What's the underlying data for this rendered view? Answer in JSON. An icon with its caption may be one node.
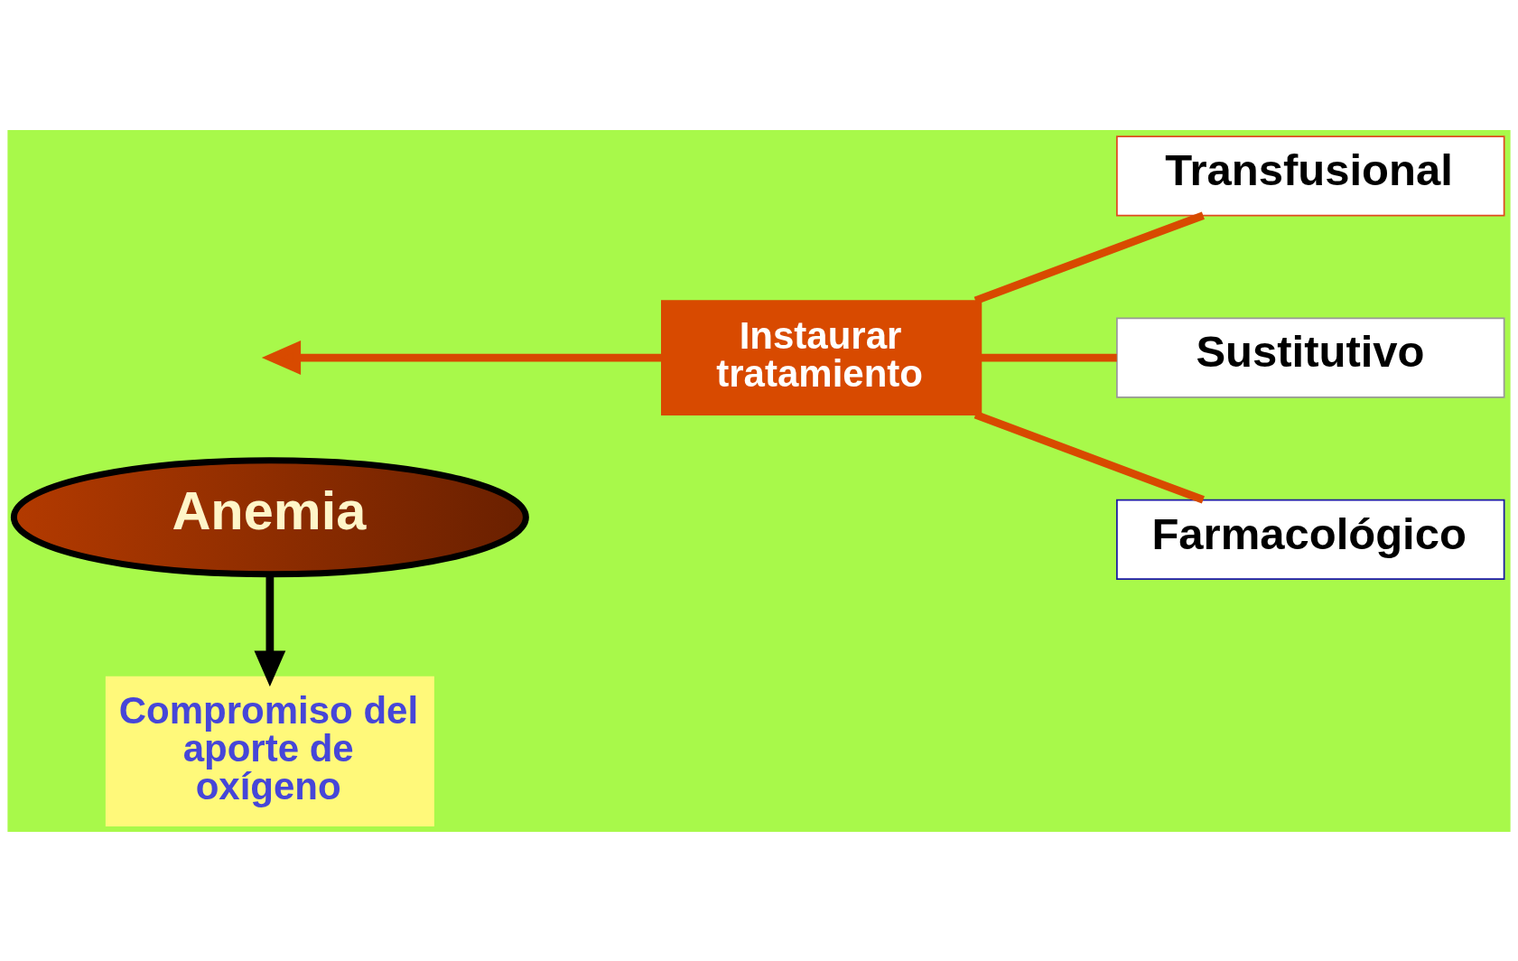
{
  "diagram": {
    "nodes": [
      {
        "text": [
          "Anemia"
        ]
      },
      {
        "text": [
          "Instaurar tratamiento"
        ]
      },
      {
        "text": [
          "Compromiso del aporte de oxígeno"
        ]
      },
      {
        "text": [
          "Transfusional"
        ]
      },
      {
        "text": [
          "Sustitutivo"
        ]
      },
      {
        "text": [
          "Farmacológico"
        ]
      }
    ],
    "edges": [
      {
        "from": 0,
        "to": 2,
        "arrow": "to",
        "color": "#000000"
      },
      {
        "from": 1,
        "to": null,
        "arrow": "to"
      },
      {
        "from": 1,
        "to": 3,
        "arrow": "none"
      },
      {
        "from": 1,
        "to": 4,
        "arrow": "none"
      },
      {
        "from": 1,
        "to": 5,
        "arrow": "none"
      }
    ]
  }
}
